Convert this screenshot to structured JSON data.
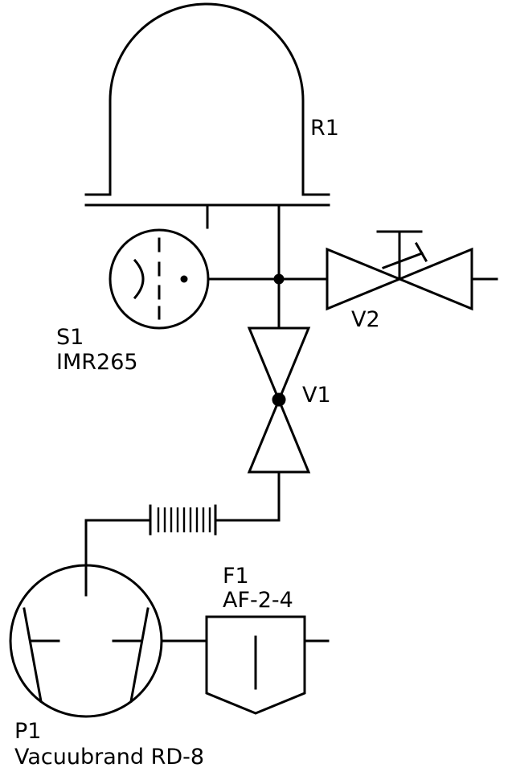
{
  "components": {
    "reactor": {
      "tag": "R1"
    },
    "sensor": {
      "tag": "S1",
      "model": "IMR265"
    },
    "valve_v1": {
      "tag": "V1"
    },
    "valve_v2": {
      "tag": "V2"
    },
    "filter": {
      "tag": "F1",
      "model": "AF-2-4"
    },
    "pump": {
      "tag": "P1",
      "model": "Vacuubrand RD-8"
    }
  }
}
